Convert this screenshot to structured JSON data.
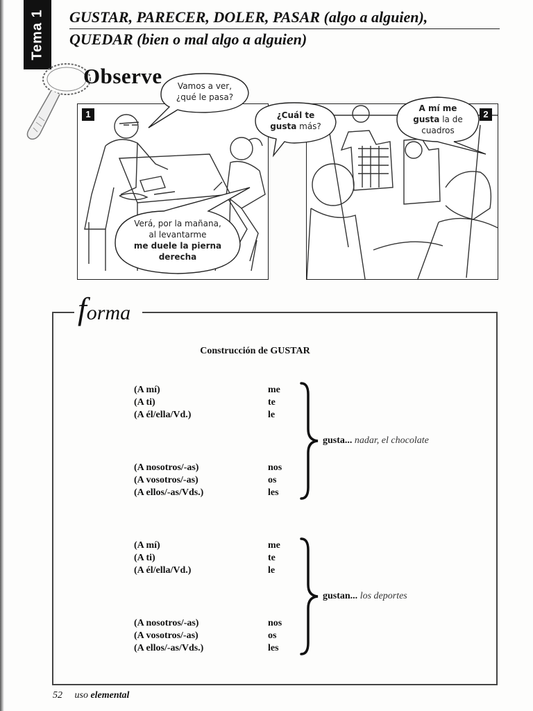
{
  "header": {
    "tab_label": "Tema 1",
    "title_line1": "GUSTAR, PARECER, DOLER, PASAR (algo a alguien),",
    "title_line2": "QUEDAR (bien o mal algo a alguien)"
  },
  "observe": {
    "heading": "Observe",
    "panel1": {
      "number": "1",
      "bubble_top": {
        "line1": "Vamos a ver,",
        "line2": "¿qué le pasa?"
      },
      "bubble_bottom": {
        "line1": "Verá, por la mañana,",
        "line2": "al levantarme",
        "line3": "me duele la pierna",
        "line4": "derecha"
      }
    },
    "panel2": {
      "number": "2",
      "bubble_left": {
        "line1": "¿Cuál te",
        "bold": "gusta",
        "rest": " más?"
      },
      "bubble_right": {
        "line1": "A mí me",
        "bold": "gusta",
        "rest": " la de",
        "line3": "cuadros"
      }
    }
  },
  "forma": {
    "heading_initial": "f",
    "heading_rest": "orma",
    "construction_title": "Construcción de GUSTAR",
    "groups": [
      {
        "rows": [
          {
            "pronoun": "(A mí)",
            "clitic": "me"
          },
          {
            "pronoun": "(A ti)",
            "clitic": "te"
          },
          {
            "pronoun": "(A él/ella/Vd.)",
            "clitic": "le"
          },
          {
            "pronoun": "(A nosotros/-as)",
            "clitic": "nos"
          },
          {
            "pronoun": "(A vosotros/-as)",
            "clitic": "os"
          },
          {
            "pronoun": "(A ellos/-as/Vds.)",
            "clitic": "les"
          }
        ],
        "verb": "gusta...",
        "examples": "nadar, el chocolate"
      },
      {
        "rows": [
          {
            "pronoun": "(A mí)",
            "clitic": "me"
          },
          {
            "pronoun": "(A ti)",
            "clitic": "te"
          },
          {
            "pronoun": "(A él/ella/Vd.)",
            "clitic": "le"
          },
          {
            "pronoun": "(A nosotros/-as)",
            "clitic": "nos"
          },
          {
            "pronoun": "(A vosotros/-as)",
            "clitic": "os"
          },
          {
            "pronoun": "(A ellos/-as/Vds.)",
            "clitic": "les"
          }
        ],
        "verb": "gustan...",
        "examples": "los deportes"
      }
    ]
  },
  "footer": {
    "page_number": "52",
    "book_prefix": "uso",
    "book_level": "elemental"
  }
}
